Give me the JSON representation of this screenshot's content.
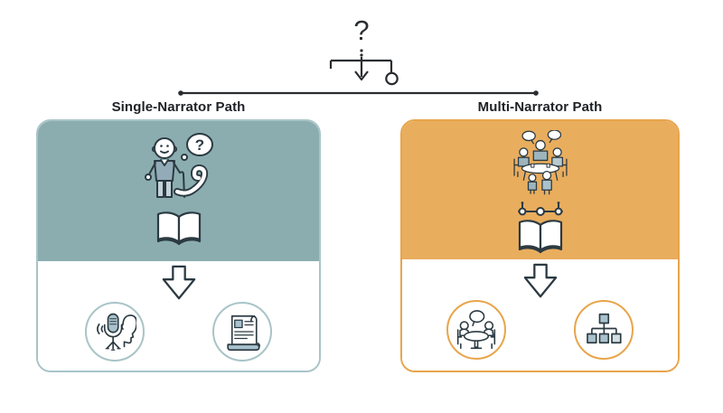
{
  "decision": {
    "question_mark": "?",
    "thought_bubble_question_mark": "?"
  },
  "colors": {
    "single_path_header": "#8badb0",
    "single_path_border": "#a9c4c7",
    "multi_path_header": "#e9ad5e",
    "multi_path_border": "#e8a54b",
    "icon_outline": "#2b3a42",
    "icon_fill_blue": "#a9c2cd",
    "connector_line": "#2a2d30"
  },
  "panels": [
    {
      "id": "single-narrator",
      "title": "Single-Narrator Path",
      "header_icons": [
        "elderly-narrator-thinking-icon",
        "open-book-icon"
      ],
      "output_icons": [
        "voice-recording-icon",
        "scroll-document-icon"
      ]
    },
    {
      "id": "multi-narrator",
      "title": "Multi-Narrator Path",
      "header_icons": [
        "family-group-table-icon",
        "timeline-connector-icon",
        "open-book-icon"
      ],
      "output_icons": [
        "roundtable-discussion-icon",
        "hierarchy-structure-icon"
      ]
    }
  ]
}
